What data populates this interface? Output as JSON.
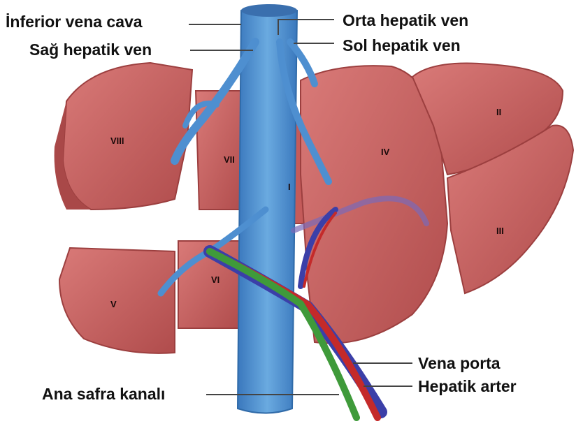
{
  "labels": {
    "ivc": "İnferior vena cava",
    "right_hv": "Sağ hepatik ven",
    "middle_hv": "Orta hepatik ven",
    "left_hv": "Sol hepatik ven",
    "portal": "Vena porta",
    "artery": "Hepatik arter",
    "bile": "Ana safra kanalı"
  },
  "segments": {
    "s1": "I",
    "s2": "II",
    "s3": "III",
    "s4": "IV",
    "s5": "V",
    "s6": "VI",
    "s7": "VII",
    "s8": "VIII"
  },
  "colors": {
    "liver": "#c8605f",
    "liver_dark": "#9c3f3f",
    "vein": "#4e8fd0",
    "vein_dark": "#2f6aa8",
    "portal": "#3b3fa8",
    "artery": "#c42a2a",
    "bile": "#3f9a3a",
    "leader": "#444444"
  }
}
